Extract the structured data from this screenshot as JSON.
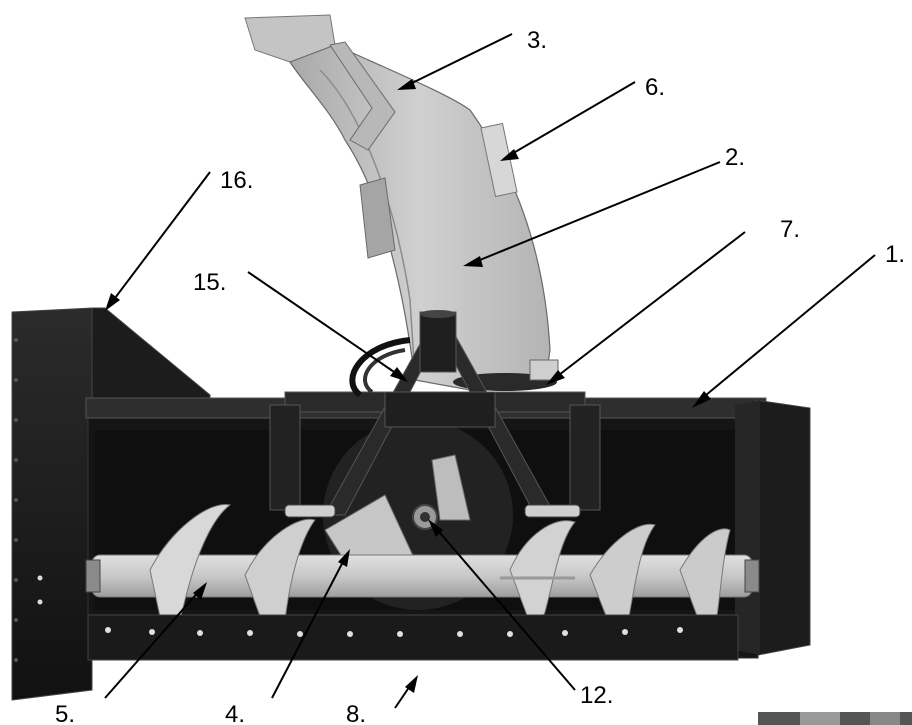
{
  "callouts": [
    {
      "id": "c1",
      "label": "1."
    },
    {
      "id": "c2",
      "label": "2."
    },
    {
      "id": "c3",
      "label": "3."
    },
    {
      "id": "c4",
      "label": "4."
    },
    {
      "id": "c5",
      "label": "5."
    },
    {
      "id": "c6",
      "label": "6."
    },
    {
      "id": "c7",
      "label": "7."
    },
    {
      "id": "c8",
      "label": "8."
    },
    {
      "id": "c12",
      "label": "12."
    },
    {
      "id": "c15",
      "label": "15."
    },
    {
      "id": "c16",
      "label": "16."
    }
  ],
  "colors": {
    "frame": "#1a1a1a",
    "frame_edge": "#3a3a3a",
    "chute": "#bdbdbd",
    "chute_shade": "#9a9a9a",
    "auger": "#cfcfcf",
    "auger_shade": "#a8a8a8",
    "background": "#ffffff"
  }
}
